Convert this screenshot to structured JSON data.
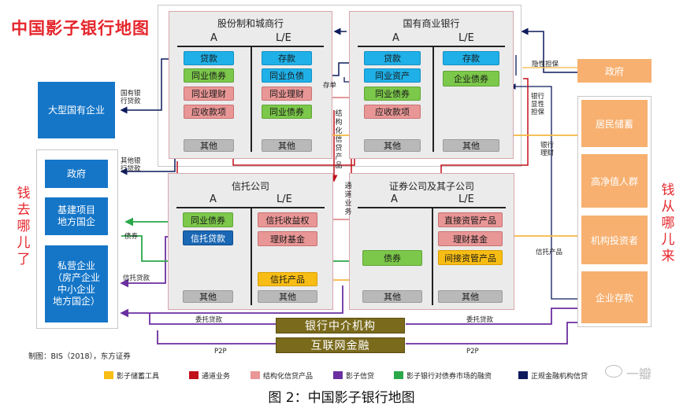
{
  "title": "中国影子银行地图",
  "side_left": "钱去哪儿了",
  "side_right": "钱从哪儿来",
  "panels": {
    "joint": {
      "title": "股份制和城商行",
      "a": "A",
      "le": "L/E",
      "a_items": [
        "贷款",
        "同业债券",
        "同业理财",
        "应收款项",
        "其他"
      ],
      "le_items": [
        "存款",
        "同业负债",
        "同业理财",
        "同业债券",
        "其他"
      ]
    },
    "state": {
      "title": "国有商业银行",
      "a": "A",
      "le": "L/E",
      "a_items": [
        "贷款",
        "同业资产",
        "同业债券",
        "应收款项",
        "其他"
      ],
      "le_items": [
        "存款",
        "企业债券",
        "其他"
      ]
    },
    "trust": {
      "title": "信托公司",
      "a": "A",
      "le": "L/E",
      "a_items": [
        "同业债券",
        "信托贷款",
        "其他"
      ],
      "le_items": [
        "信托收益权",
        "理财基金",
        "信托产品",
        "其他"
      ]
    },
    "sec": {
      "title": "证券公司及其子公司",
      "a": "A",
      "le": "L/E",
      "a_items": [
        "债券",
        "其他"
      ],
      "le_items": [
        "直接资管产品",
        "理财基金",
        "间接资管产品",
        "其他"
      ]
    }
  },
  "left_boxes": {
    "soe": "大型国有企业",
    "gov": "政府",
    "infra": "基建项目\n地方国企",
    "private": "私营企业\n（房产企业\n中小企业\n地方国企）"
  },
  "right_boxes": {
    "gov": "政府",
    "household": "居民储蓄",
    "hnw": "高净值人群",
    "inst": "机构投资者",
    "corp": "企业存款"
  },
  "mid_boxes": {
    "bank_inter": "银行中介机构",
    "internet": "互联网金融"
  },
  "labels": {
    "guoyou_loan": "国有银\n行贷款",
    "other_loan": "其他银\n行贷款",
    "bond": "债券",
    "trust_loan": "信托贷款",
    "entrusted_left": "委托贷款",
    "entrusted_right": "委托贷款",
    "p2p_left": "P2P",
    "p2p_right": "P2P",
    "implicit": "隐性担保",
    "explicit": "银行\n显性\n担保",
    "bank_wm": "银行\n理财",
    "trust_prod": "信托产品",
    "deposit_single": "存单",
    "structured": "结构化信贷产品",
    "channel": "通道业务",
    "source": "制图：BIS（2018），东方证券"
  },
  "legend": [
    {
      "color": "#f8bd14",
      "text": "影子储蓄工具"
    },
    {
      "color": "#c0101a",
      "text": "通道业务"
    },
    {
      "color": "#e99696",
      "text": "结构化信贷产品"
    },
    {
      "color": "#6b2fa0",
      "text": "影子信贷"
    },
    {
      "color": "#2aa84a",
      "text": "影子银行对债券市场的融资"
    },
    {
      "color": "#0d1a5c",
      "text": "正规金融机构信贷"
    }
  ],
  "watermark": "一瓣",
  "caption": "图 2：中国影子银行地图"
}
